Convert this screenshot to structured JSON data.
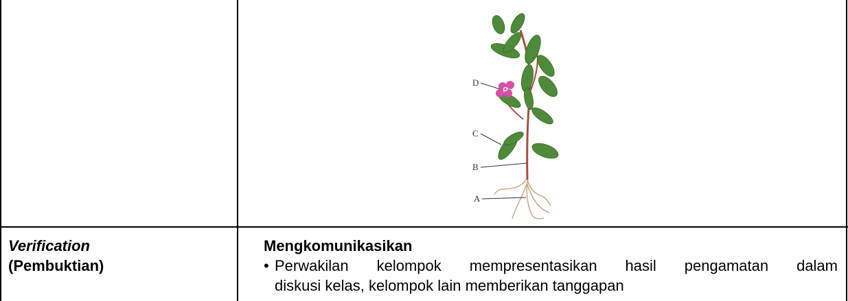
{
  "rows": [
    {
      "left": {
        "label_italic": "",
        "label_bold": ""
      },
      "right": {
        "figure": {
          "icon": "plant-illustration",
          "labels": [
            "D",
            "C",
            "B",
            "A"
          ]
        }
      }
    },
    {
      "left": {
        "label_italic": "Verification",
        "label_bold": "(Pembuktian)"
      },
      "right": {
        "heading": "Mengkomunikasikan",
        "bullet_line1": "Perwakilan kelompok mempresentasikan hasil pengamatan dalam",
        "bullet_line2": "diskusi kelas, kelompok lain memberikan tanggapan"
      }
    }
  ]
}
